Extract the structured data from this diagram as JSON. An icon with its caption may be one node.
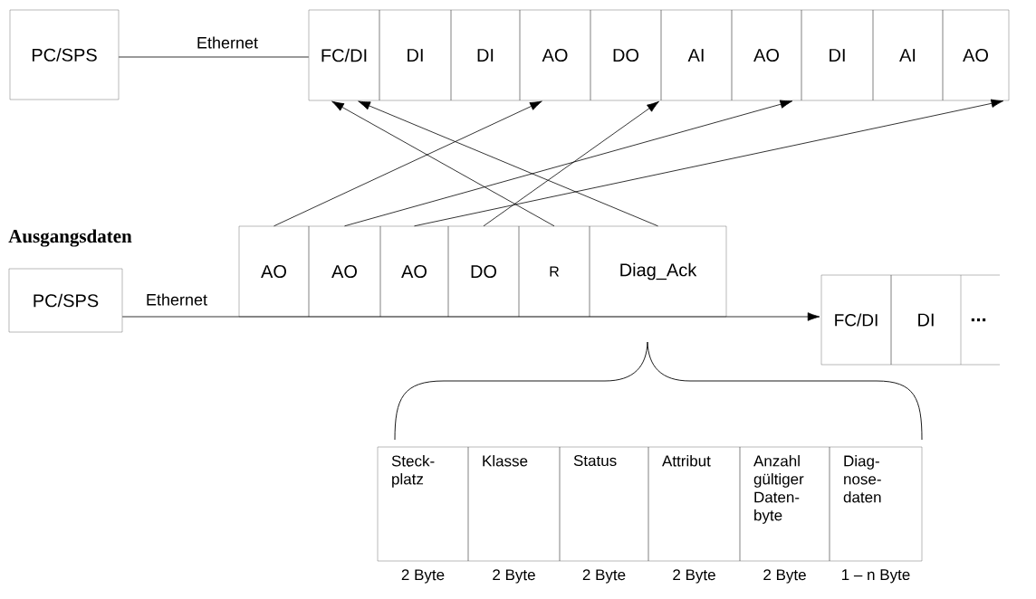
{
  "diagram": {
    "nodes": [
      {
        "text": [
          "PC/SPS"
        ]
      },
      {
        "text": [
          "FC/DI"
        ]
      },
      {
        "text": [
          "DI"
        ]
      },
      {
        "text": [
          "DI"
        ]
      },
      {
        "text": [
          "AO"
        ]
      },
      {
        "text": [
          "DO"
        ]
      },
      {
        "text": [
          "AI"
        ]
      },
      {
        "text": [
          "AO"
        ]
      },
      {
        "text": [
          "DI"
        ]
      },
      {
        "text": [
          "AI"
        ]
      },
      {
        "text": [
          "AO"
        ]
      },
      {
        "text": [
          "PC/SPS"
        ]
      },
      {
        "text": [
          "AO"
        ]
      },
      {
        "text": [
          "AO"
        ]
      },
      {
        "text": [
          "AO"
        ]
      },
      {
        "text": [
          "DO"
        ]
      },
      {
        "text": [
          "R"
        ]
      },
      {
        "text": [
          "Diag_Ack"
        ]
      },
      {
        "text": [
          "FC/DI"
        ]
      },
      {
        "text": [
          "DI"
        ]
      },
      {
        "text": [
          "..."
        ]
      },
      {
        "text": [
          "Steck- platz"
        ],
        "beside": [
          "2 Byte"
        ]
      },
      {
        "text": [
          "Klasse"
        ],
        "beside": [
          "2 Byte"
        ]
      },
      {
        "text": [
          "Status"
        ],
        "beside": [
          "2 Byte"
        ]
      },
      {
        "text": [
          "Attribut"
        ],
        "beside": [
          "2 Byte"
        ]
      },
      {
        "text": [
          "Anzahl gültiger Daten- byte"
        ],
        "beside": [
          "2 Byte"
        ]
      },
      {
        "text": [
          "Diag- nose- daten"
        ],
        "beside": [
          "1 – n Byte"
        ]
      }
    ],
    "edges": [
      {
        "from": 0,
        "to": 1,
        "arrow": "none",
        "label": "Ethernet"
      },
      {
        "from": 12,
        "to": 4,
        "arrow": "to"
      },
      {
        "from": 13,
        "to": 7,
        "arrow": "to"
      },
      {
        "from": 14,
        "to": 10,
        "arrow": "to"
      },
      {
        "from": 15,
        "to": 5,
        "arrow": "to"
      },
      {
        "from": 16,
        "to": 1,
        "arrow": "to"
      },
      {
        "from": 17,
        "to": 1,
        "arrow": "to"
      },
      {
        "from": 11,
        "to": 18,
        "arrow": "to",
        "label": "Ethernet"
      }
    ],
    "labels": [
      "Ausgangsdaten"
    ]
  }
}
